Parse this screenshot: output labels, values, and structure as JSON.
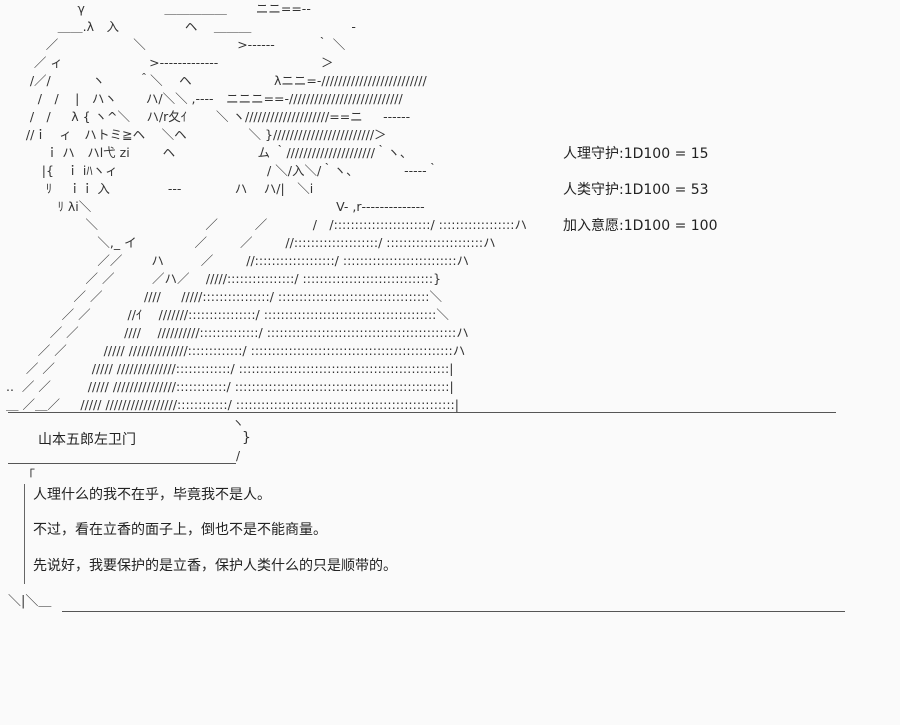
{
  "art": {
    "lines": [
      "                  γ                    ＿＿＿＿＿　　 ニニ==‐‐",
      "             ＿＿.λ　入　 　 　 　 ヘ　 ＿＿＿　　　　　　　　‐",
      "          ／　　　　　　＼　　　　　　　 >‐‐‐‐‐‐　　　 ｀ ＼",
      "       ／ ィ 　 　 　 　 　 >‐‐‐‐‐‐‐‐‐‐‐‐‐ 　 　 　 　 　 　 ＞",
      "      /／/　　 　ヽ 　 　＾＼ 　ヘ 　 　 　 　 　λニニ=-/////////////////////////",
      "        /　/ 　|　ハヽ　 　ハ/＼＼ ,‐‐‐‐　ニニニ==-///////////////////////////",
      "      /　/ 　 λ { ヽ^＼ 　ハ/r夂ｲ 　　＼ ヽ////////////////////==ニ 　 ‐‐‐‐‐‐",
      "     //ｉ　ィ　ハトミ≧ヘ　 ＼ヘ 　　 　 　＼ }////////////////////////＞",
      "          ｉ ハ　ハl弋 zi 　　 ヘ 　 　 　 　 　ム ｀/////////////////////｀ヽ、",
      "         |{　ｉ iﾊヽィ 　　 　 　　　　　　　　/ ＼/入＼/｀ヽ、 　　　 ‐‐‐‐‐｀",
      "          ﾘ 　ｉｉ 入 　　　　 ‐‐‐ 　 　 　 ハ　 ハ/|　＼i",
      "             ﾘ λi＼ 　 　　　 　　　 　 　　　　　　　　　　V- ,r‐‐‐‐‐‐‐‐‐‐‐‐‐‐",
      "                    ＼ 　 　 　 　　　　 ／ 　 　 ／ 　　　 /　/:::::::::::::::::::::::/ ::::::::::::::::::ハ",
      "                       ＼,_ イ 　　　　 ／ 　 　／　 　 //::::::::::::::::::::/ :::::::::::::::::::::::ハ",
      "                       ／／ 　　ハ 　 　 ／ 　　 //:::::::::::::::::::/ :::::::::::::::::::::::::::ハ",
      "                    ／ ／　　　／ハ／ 　/////::::::::::::::::/ :::::::::::::::::::::::::::::::}",
      "                 ／ ／ 　　　//// 　 /////::::::::::::::::/ ::::::::::::::::::::::::::::::::::::＼",
      "              ／ ／ 　 　 //ｲ　 ///////::::::::::::::::/ :::::::::::::::::::::::::::::::::::::::::＼",
      "           ／ ／ 　　　 //// 　//////////::::::::::::::/ :::::::::::::::::::::::::::::::::::::::::::::ハ",
      "        ／ ／ 　 　 ///// //////////////:::::::::::::/ ::::::::::::::::::::::::::::::::::::::::::::::::ハ",
      "     ／ ／ 　 　 ///// //////////////:::::::::::::/ ::::::::::::::::::::::::::::::::::::::::::::::::::|",
      "..  ／ ／ 　 　 ///// ///////////////::::::::::::/ :::::::::::::::::::::::::::::::::::::::::::::::::::|",
      "＿ ／＿／ 　 ///// /////////////////::::::::::::/ ::::::::::::::::::::::::::::::::::::::::::::::::::::|"
    ]
  },
  "stats": {
    "items": [
      "人理守护:1D100 = 15",
      "人类守护:1D100 = 53",
      "加入意愿:1D100 = 100"
    ]
  },
  "name_box": {
    "label": "山本五郎左卫门",
    "bracket_top": "ヽ",
    "bracket_mid": "}",
    "bracket_bottom": "‐‐‐‐‐‐‐‐‐‐‐‐‐‐‐‐‐‐‐‐‐‐‐‐‐‐‐‐‐‐‐‐‐‐‐‐‐‐‐‐/"
  },
  "dialogue": {
    "open_mark": "「",
    "lines": [
      "人理什么的我不在乎，毕竟我不是人。",
      "不过，看在立香的面子上，倒也不是不能商量。",
      "先说好，我要保护的是立香，保护人类什么的只是顺带的。"
    ],
    "close_marks": "＼|＼＿"
  }
}
